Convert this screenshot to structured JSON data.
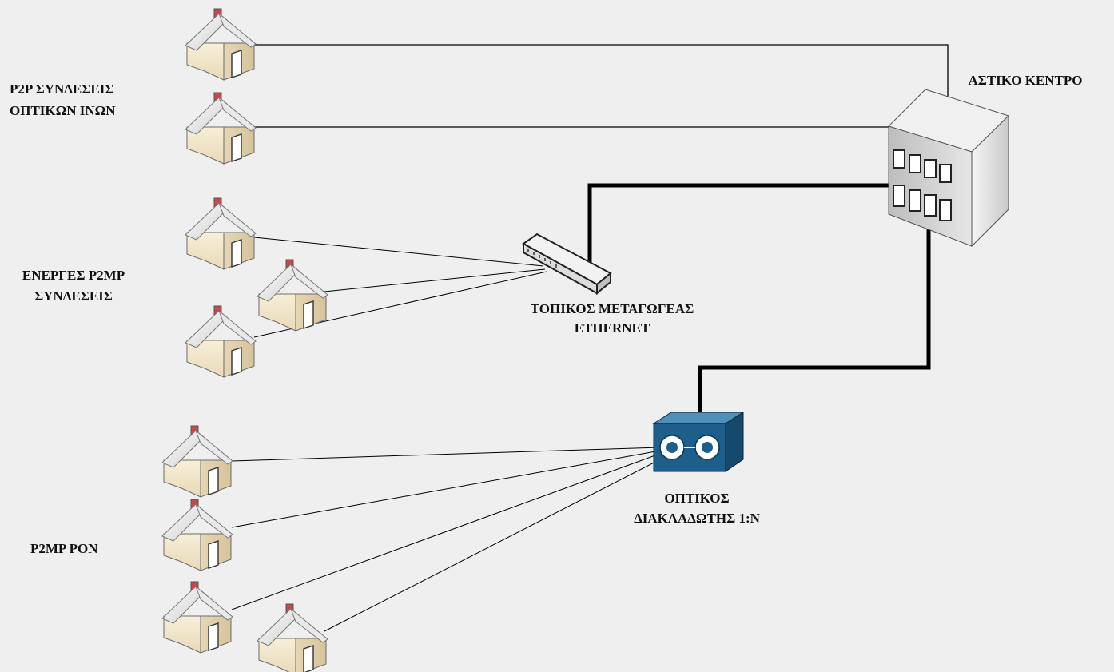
{
  "labels": {
    "p2p_line1": "P2P ΣΥΝΔΕΣΕΙΣ",
    "p2p_line2": "ΟΠΤΙΚΩΝ ΙΝΩΝ",
    "active_line1": "ΕΝΕΡΓΕΣ P2MP",
    "active_line2": "ΣΥΝΔΕΣΕΙΣ",
    "pon": "P2MP PON",
    "switch_line1": "ΤΟΠΙΚΟΣ ΜΕΤΑΓΩΓΕΑΣ",
    "switch_line2": "ETHERNET",
    "center": "ΑΣΤΙΚΟ ΚΕΝΤΡΟ",
    "splitter_line1": "ΟΠΤΙΚΟΣ",
    "splitter_line2": "ΔΙΑΚΛΑΔΩΤΗΣ 1:Ν"
  },
  "colors": {
    "background": "#efefef",
    "house_wall": "#f4e9cf",
    "house_roof": "#f7f7f7",
    "chimney": "#c84848",
    "splitter": "#1d5f8a",
    "link": "#000000"
  }
}
